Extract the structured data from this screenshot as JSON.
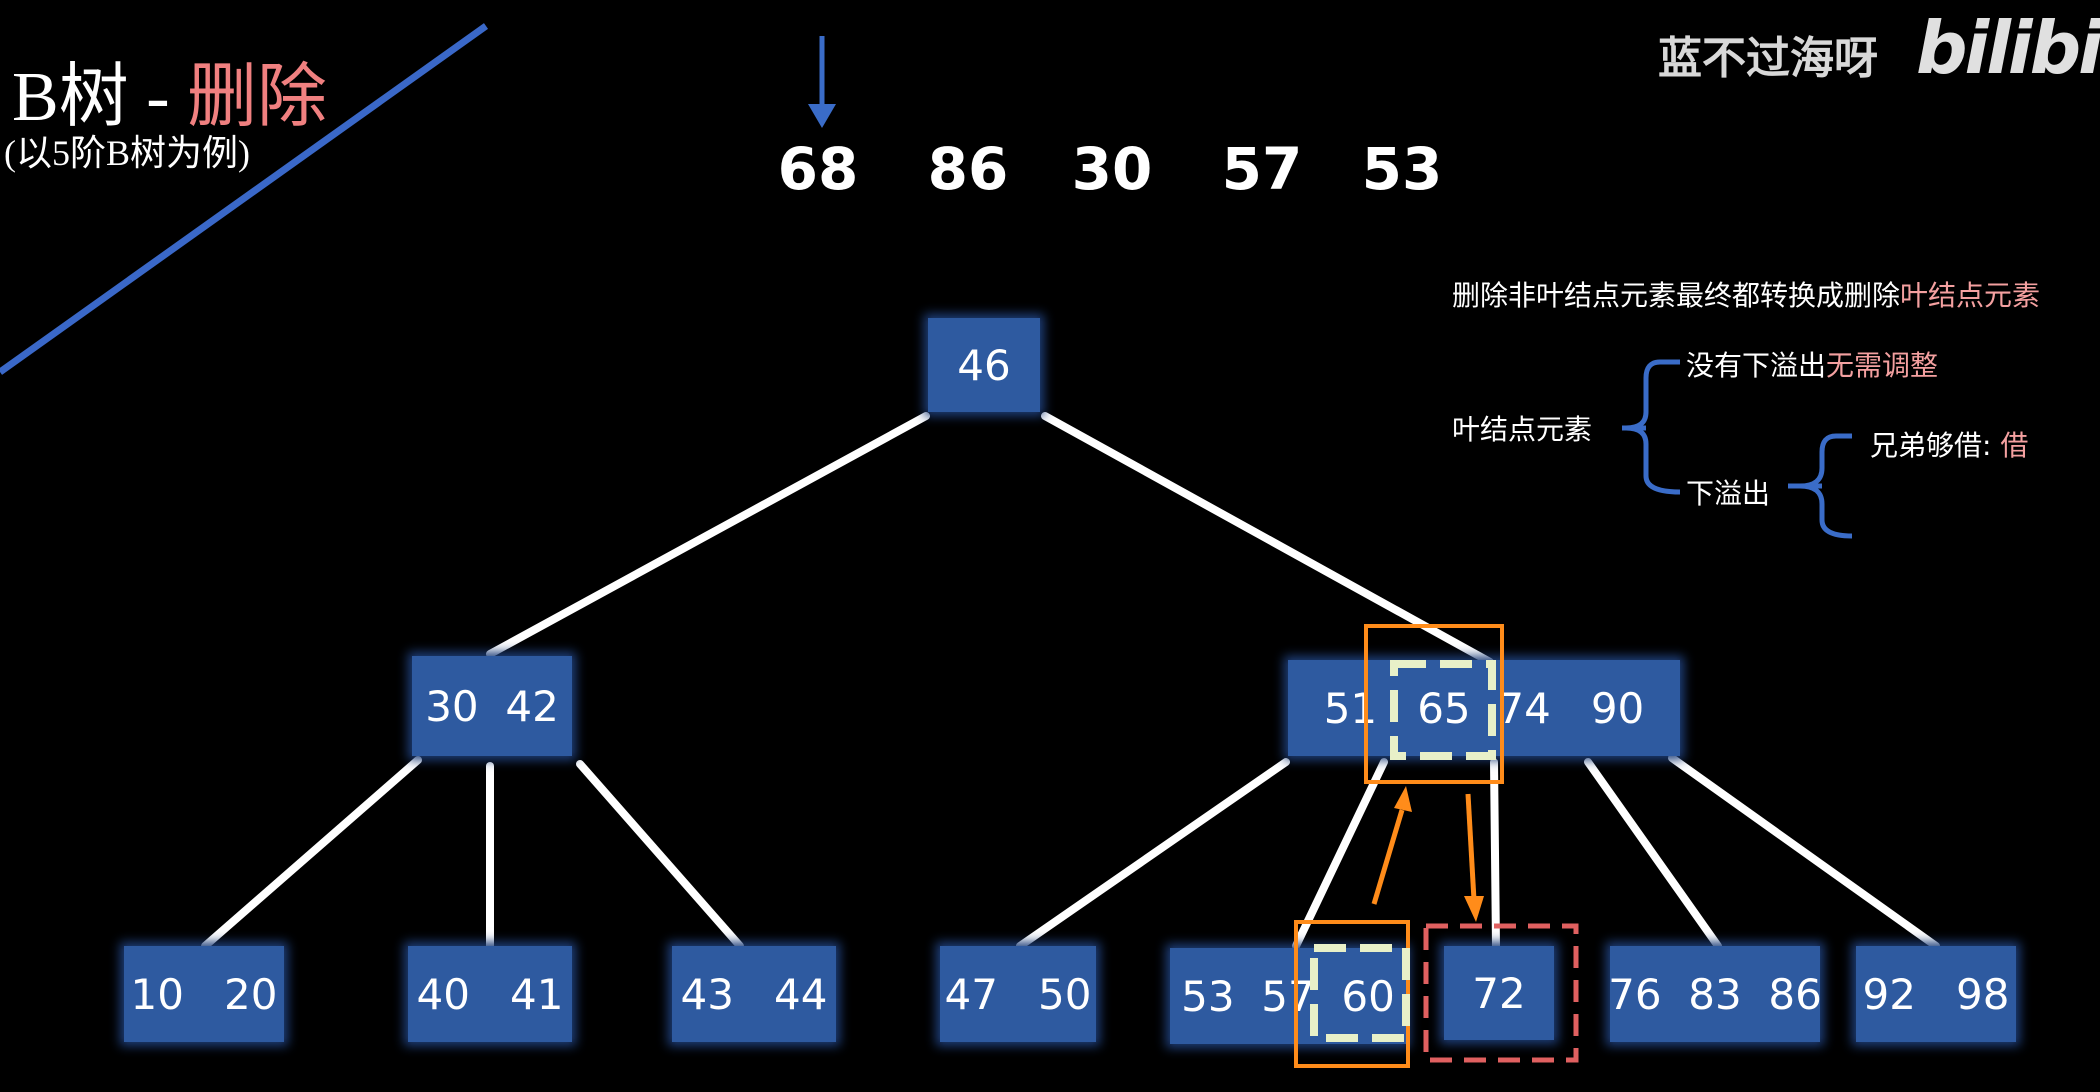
{
  "title": {
    "main": "B树 - ",
    "highlight": "删除"
  },
  "subtitle": "(以5阶B树为例)",
  "watermark": {
    "author": "蓝不过海呀",
    "logo": "bilibili"
  },
  "sequence": [
    "68",
    "86",
    "30",
    "57",
    "53"
  ],
  "tree": {
    "root": "46",
    "level1": [
      "30  42",
      "51   65  74   90"
    ],
    "leaves": [
      "10   20",
      "40   41",
      "43   44",
      "47   50",
      "53  57  60",
      "72",
      "76  83  86",
      "92   98"
    ]
  },
  "notes": {
    "rule": {
      "prefix": "删除非叶结点元素最终都转换成删除",
      "highlight": "叶结点元素"
    },
    "leaf_element": "叶结点元素",
    "no_underflow": {
      "prefix": "没有下溢出",
      "highlight": "无需调整"
    },
    "underflow": "下溢出",
    "borrow": {
      "prefix": "兄弟够借: ",
      "highlight": "借"
    }
  },
  "colors": {
    "node": "#2e5aa0",
    "title_highlight": "#f08080",
    "orange_box": "#ff8c1a",
    "dashed_cream": "#e8f0c8",
    "dashed_red": "#e06060",
    "bracket": "#3a6cc8"
  }
}
